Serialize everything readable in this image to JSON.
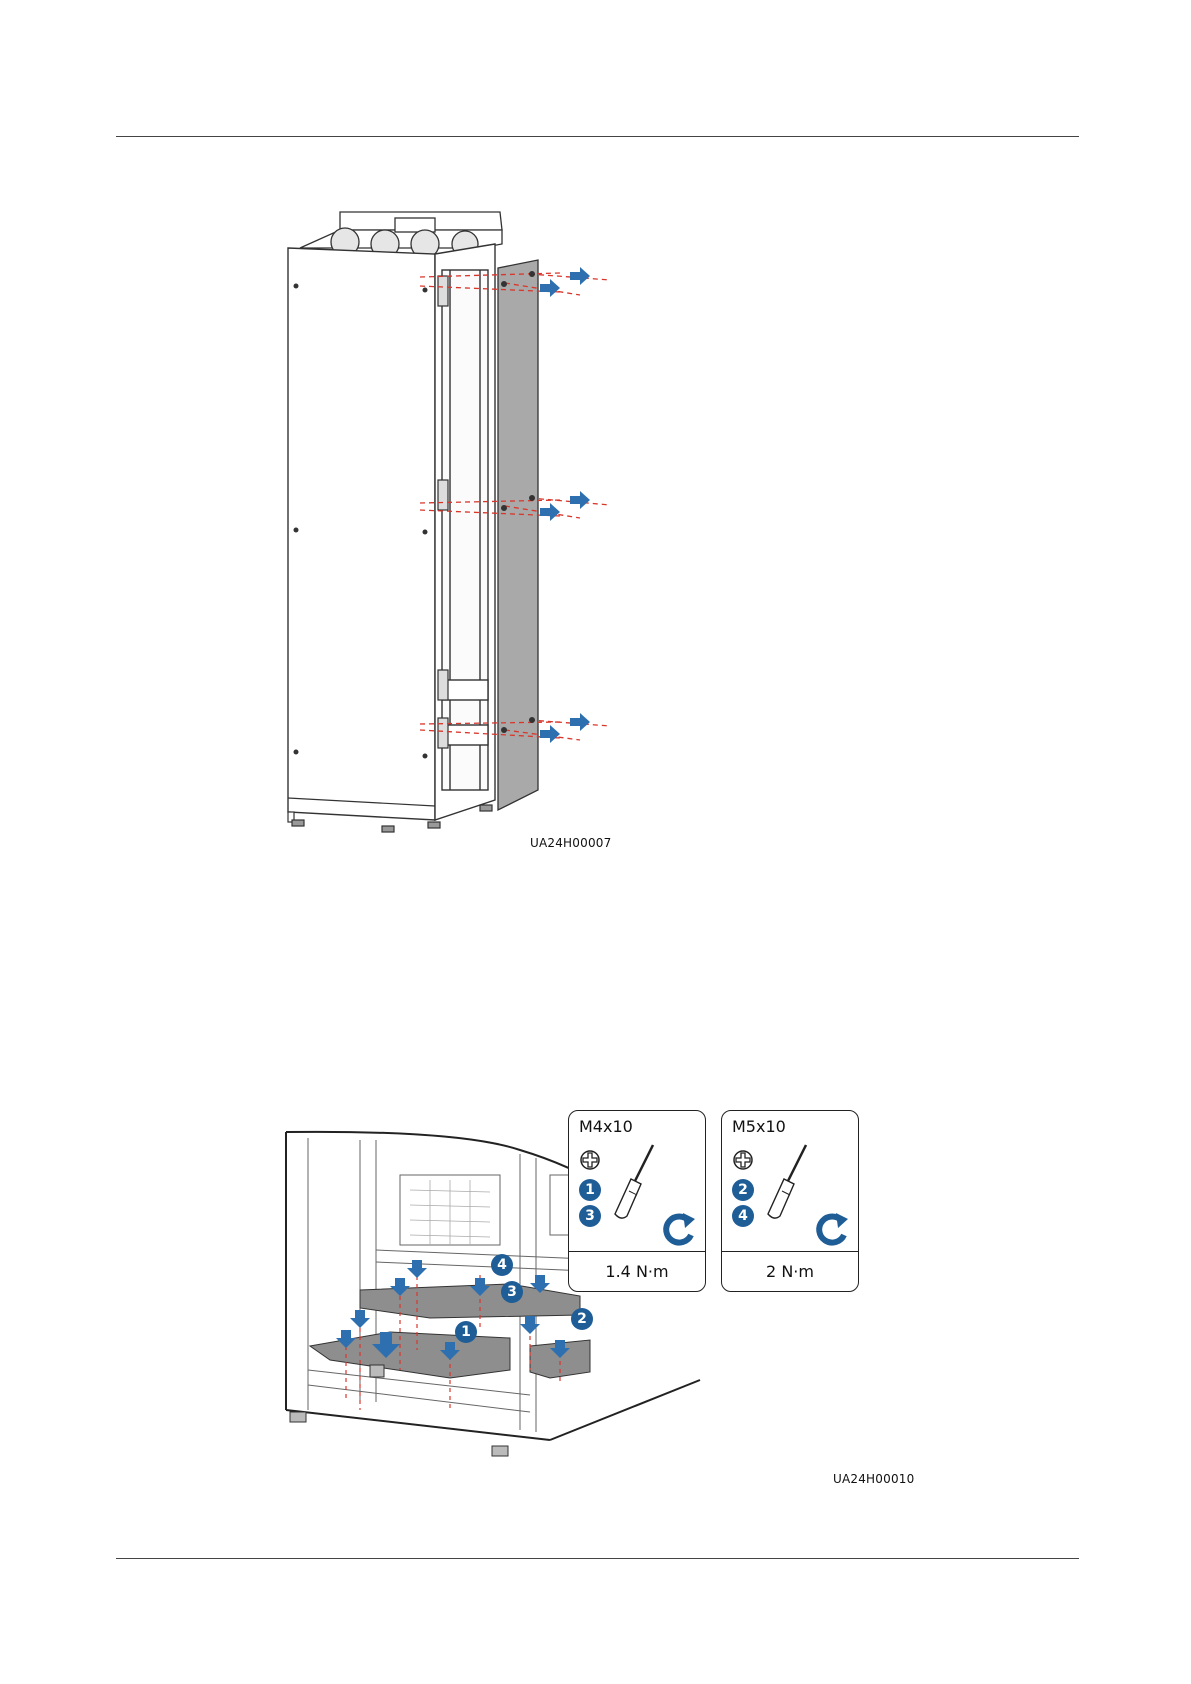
{
  "figures": [
    {
      "id": "fig1",
      "code": "UA24H00007",
      "colors": {
        "panel": "#a9a9a9",
        "arrow": "#2e6faf",
        "dash": "#d9362b"
      }
    },
    {
      "id": "fig2",
      "code": "UA24H00010",
      "callouts": [
        {
          "screw": "M4x10",
          "steps": [
            "1",
            "3"
          ],
          "torque": "1.4 N·m",
          "tool": "phillips-screwdriver"
        },
        {
          "screw": "M5x10",
          "steps": [
            "2",
            "4"
          ],
          "torque": "2 N·m",
          "tool": "phillips-screwdriver"
        }
      ],
      "step_badges": [
        "1",
        "2",
        "3",
        "4"
      ],
      "colors": {
        "badge": "#1f5d96",
        "plate": "#8e8e8e",
        "arrow": "#2e6faf",
        "dash": "#d9362b"
      }
    }
  ]
}
